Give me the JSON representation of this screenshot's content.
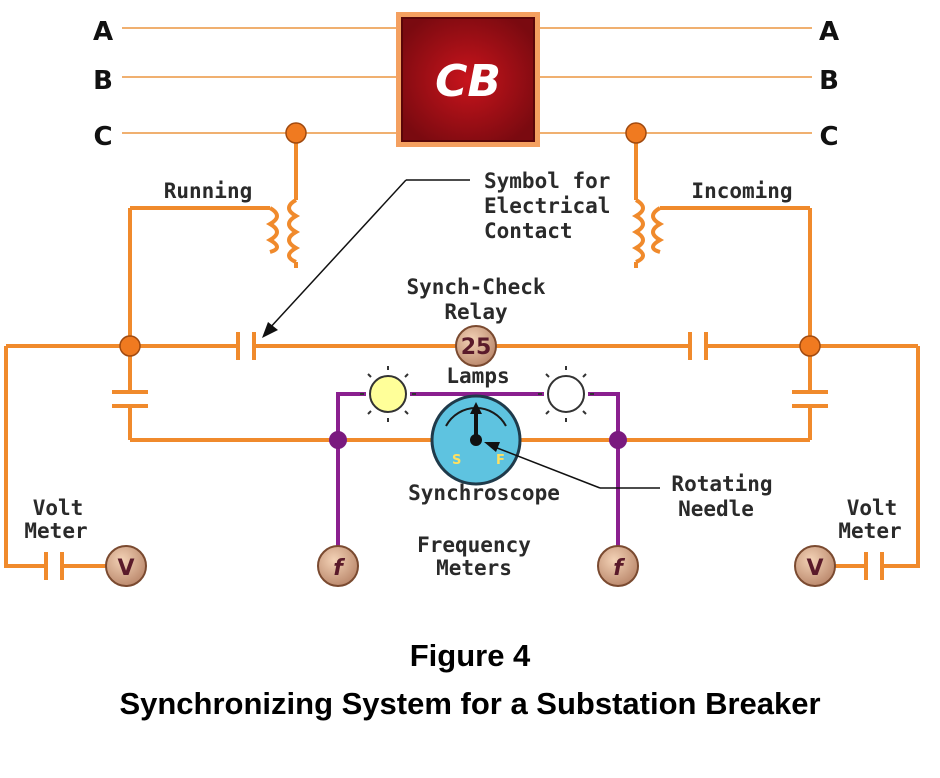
{
  "phases_left": [
    "A",
    "B",
    "C"
  ],
  "phases_right": [
    "A",
    "B",
    "C"
  ],
  "breaker": {
    "label": "CB",
    "color": "#b3141c"
  },
  "labels": {
    "running": "Running",
    "incoming": "Incoming",
    "symbol_for_contact": [
      "Symbol for",
      "Electrical",
      "Contact"
    ],
    "synch_check_relay": [
      "Synch-Check",
      "Relay"
    ],
    "relay_number": "25",
    "lamps": "Lamps",
    "synchroscope": "Synchroscope",
    "synchroscope_slow": "S",
    "synchroscope_fast": "F",
    "rotating_needle": [
      "Rotating",
      "Needle"
    ],
    "volt_meter_left": [
      "Volt",
      "Meter"
    ],
    "volt_meter_right": [
      "Volt",
      "Meter"
    ],
    "voltmeter_symbol": "V",
    "frequency_meters": [
      "Frequency",
      "Meters"
    ],
    "frequency_symbol": "f"
  },
  "caption": {
    "figure": "Figure 4",
    "title": "Synchronizing System for a Substation Breaker"
  },
  "colors": {
    "wire": "#f08a2c",
    "meter_wire": "#8a1f8f",
    "junction": "#f07a20",
    "meter_badge": "#d9a07a",
    "synchroscope": "#5ec3e0",
    "lamp_on": "#ffff99",
    "lamp_off": "#ffffff"
  }
}
